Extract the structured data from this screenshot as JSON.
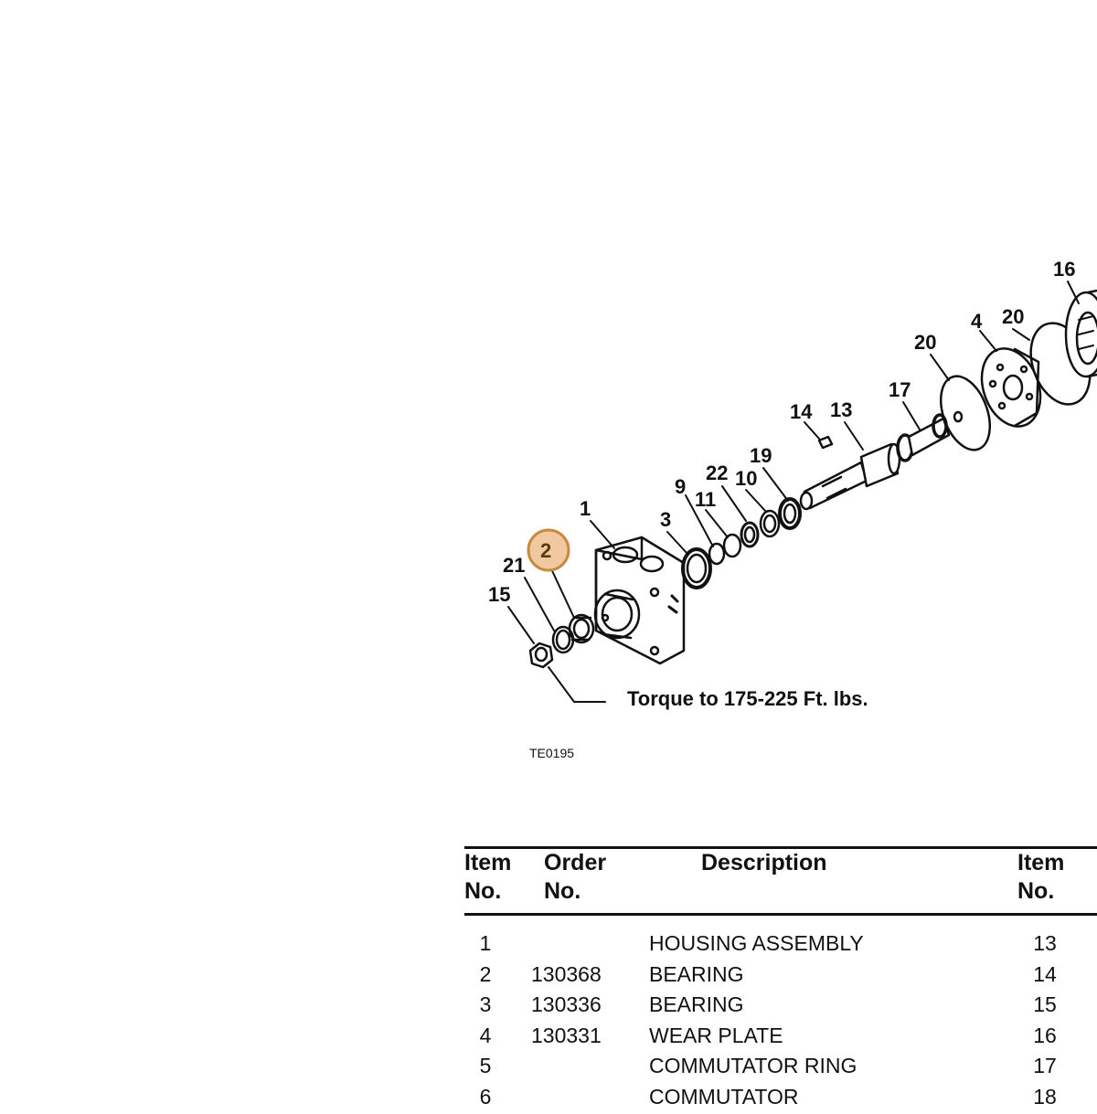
{
  "diagram": {
    "callouts": [
      "16",
      "4",
      "20",
      "20",
      "17",
      "14",
      "13",
      "19",
      "22",
      "10",
      "9",
      "11",
      "3",
      "1",
      "2",
      "21",
      "15"
    ],
    "highlighted_callout": "2",
    "torque_note": "Torque to 175-225 Ft. lbs.",
    "figure_id": "TE0195"
  },
  "table": {
    "headers": {
      "item_no": "Item\nNo.",
      "order_no": "Order\nNo.",
      "description": "Description",
      "item_no_2": "Item\nNo."
    },
    "rows": [
      {
        "item": "1",
        "order": "",
        "description": "HOUSING ASSEMBLY",
        "item2": "13"
      },
      {
        "item": "2",
        "order": "130368",
        "description": "BEARING",
        "item2": "14"
      },
      {
        "item": "3",
        "order": "130336",
        "description": "BEARING",
        "item2": "15"
      },
      {
        "item": "4",
        "order": "130331",
        "description": "WEAR PLATE",
        "item2": "16"
      },
      {
        "item": "5",
        "order": "",
        "description": "COMMUTATOR RING",
        "item2": "17"
      },
      {
        "item": "6",
        "order": "",
        "description": "COMMUTATOR",
        "item2": "18"
      }
    ]
  }
}
